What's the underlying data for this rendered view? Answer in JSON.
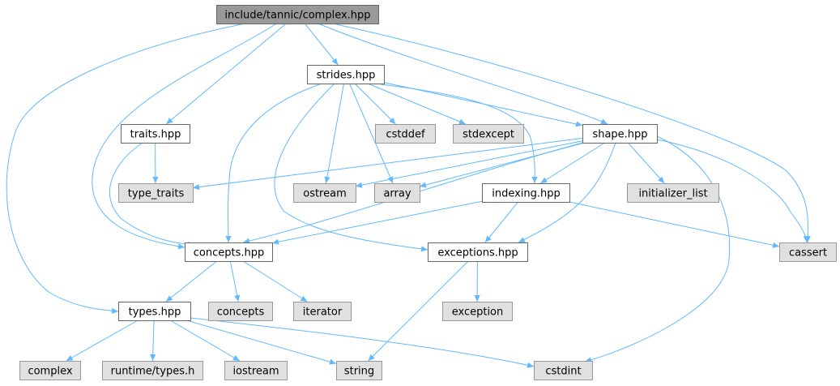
{
  "graph": {
    "colors": {
      "edge": "#63b8ff",
      "root_fill": "#999999",
      "local_fill": "#ffffff",
      "system_fill": "#e0e0e0",
      "border_dark": "#666666",
      "border_light": "#999999"
    },
    "nodes": [
      {
        "id": "complex_hpp",
        "label": "include/tannic/complex.hpp",
        "kind": "root"
      },
      {
        "id": "strides_hpp",
        "label": "strides.hpp",
        "kind": "local"
      },
      {
        "id": "traits_hpp",
        "label": "traits.hpp",
        "kind": "local"
      },
      {
        "id": "cstddef",
        "label": "cstddef",
        "kind": "system"
      },
      {
        "id": "stdexcept",
        "label": "stdexcept",
        "kind": "system"
      },
      {
        "id": "shape_hpp",
        "label": "shape.hpp",
        "kind": "local"
      },
      {
        "id": "type_traits",
        "label": "type_traits",
        "kind": "system"
      },
      {
        "id": "ostream",
        "label": "ostream",
        "kind": "system"
      },
      {
        "id": "array",
        "label": "array",
        "kind": "system"
      },
      {
        "id": "indexing_hpp",
        "label": "indexing.hpp",
        "kind": "local"
      },
      {
        "id": "initializer_list",
        "label": "initializer_list",
        "kind": "system"
      },
      {
        "id": "concepts_hpp",
        "label": "concepts.hpp",
        "kind": "local"
      },
      {
        "id": "exceptions_hpp",
        "label": "exceptions.hpp",
        "kind": "local"
      },
      {
        "id": "cassert",
        "label": "cassert",
        "kind": "system"
      },
      {
        "id": "types_hpp",
        "label": "types.hpp",
        "kind": "local"
      },
      {
        "id": "concepts",
        "label": "concepts",
        "kind": "system"
      },
      {
        "id": "iterator",
        "label": "iterator",
        "kind": "system"
      },
      {
        "id": "exception",
        "label": "exception",
        "kind": "system"
      },
      {
        "id": "complex",
        "label": "complex",
        "kind": "system"
      },
      {
        "id": "runtime_types_h",
        "label": "runtime/types.h",
        "kind": "system"
      },
      {
        "id": "iostream",
        "label": "iostream",
        "kind": "system"
      },
      {
        "id": "string",
        "label": "string",
        "kind": "system"
      },
      {
        "id": "cstdint",
        "label": "cstdint",
        "kind": "system"
      }
    ],
    "edges": [
      {
        "from": "complex_hpp",
        "to": "strides_hpp"
      },
      {
        "from": "complex_hpp",
        "to": "traits_hpp"
      },
      {
        "from": "complex_hpp",
        "to": "shape_hpp"
      },
      {
        "from": "complex_hpp",
        "to": "concepts_hpp"
      },
      {
        "from": "complex_hpp",
        "to": "cassert"
      },
      {
        "from": "complex_hpp",
        "to": "types_hpp"
      },
      {
        "from": "strides_hpp",
        "to": "cstddef"
      },
      {
        "from": "strides_hpp",
        "to": "stdexcept"
      },
      {
        "from": "strides_hpp",
        "to": "shape_hpp"
      },
      {
        "from": "strides_hpp",
        "to": "ostream"
      },
      {
        "from": "strides_hpp",
        "to": "array"
      },
      {
        "from": "strides_hpp",
        "to": "indexing_hpp"
      },
      {
        "from": "strides_hpp",
        "to": "concepts_hpp"
      },
      {
        "from": "strides_hpp",
        "to": "exceptions_hpp"
      },
      {
        "from": "traits_hpp",
        "to": "type_traits"
      },
      {
        "from": "traits_hpp",
        "to": "concepts_hpp"
      },
      {
        "from": "shape_hpp",
        "to": "type_traits"
      },
      {
        "from": "shape_hpp",
        "to": "ostream"
      },
      {
        "from": "shape_hpp",
        "to": "array"
      },
      {
        "from": "shape_hpp",
        "to": "indexing_hpp"
      },
      {
        "from": "shape_hpp",
        "to": "initializer_list"
      },
      {
        "from": "shape_hpp",
        "to": "concepts_hpp"
      },
      {
        "from": "shape_hpp",
        "to": "exceptions_hpp"
      },
      {
        "from": "shape_hpp",
        "to": "cassert"
      },
      {
        "from": "shape_hpp",
        "to": "cstdint"
      },
      {
        "from": "indexing_hpp",
        "to": "concepts_hpp"
      },
      {
        "from": "indexing_hpp",
        "to": "exceptions_hpp"
      },
      {
        "from": "indexing_hpp",
        "to": "cassert"
      },
      {
        "from": "concepts_hpp",
        "to": "types_hpp"
      },
      {
        "from": "concepts_hpp",
        "to": "concepts"
      },
      {
        "from": "concepts_hpp",
        "to": "iterator"
      },
      {
        "from": "exceptions_hpp",
        "to": "exception"
      },
      {
        "from": "exceptions_hpp",
        "to": "string"
      },
      {
        "from": "types_hpp",
        "to": "complex"
      },
      {
        "from": "types_hpp",
        "to": "runtime_types_h"
      },
      {
        "from": "types_hpp",
        "to": "iostream"
      },
      {
        "from": "types_hpp",
        "to": "string"
      },
      {
        "from": "types_hpp",
        "to": "cstdint"
      }
    ]
  }
}
